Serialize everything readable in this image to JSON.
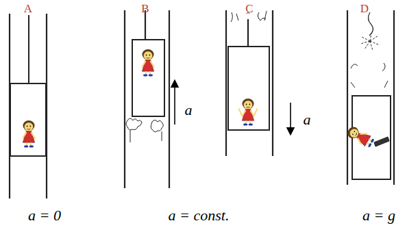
{
  "diagram": {
    "labels": [
      "A",
      "B",
      "C",
      "D",
      "a",
      "a",
      "a = 0",
      "a = const.",
      "a = g"
    ]
  }
}
